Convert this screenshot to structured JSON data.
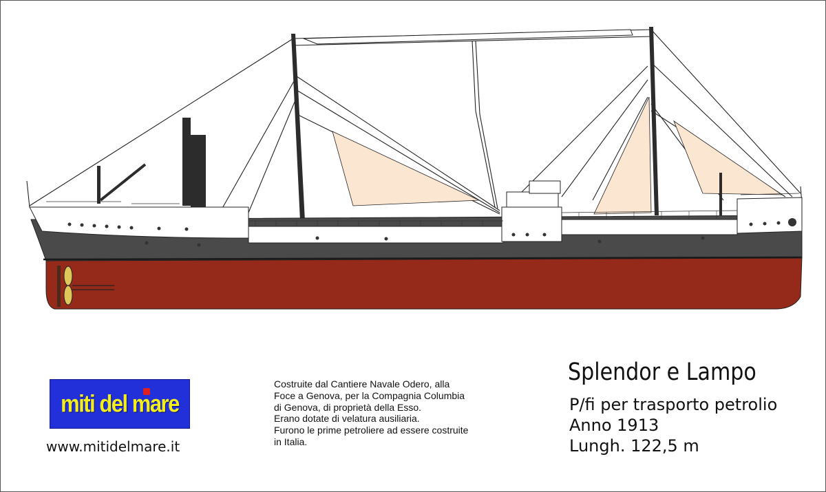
{
  "ship": {
    "colors": {
      "hull_bottom": "#962a1a",
      "hull_upper": "#4a4a4a",
      "superstructure": "#ffffff",
      "funnel": "#2c2c2c",
      "sail": "#fbe6d2",
      "propeller": "#e0c75a",
      "rigging": "#222222"
    }
  },
  "logo": {
    "text": "miti del mare",
    "bg_color": "#2130d8",
    "text_color": "#f2ee1e"
  },
  "website": "www.mitidelmare.it",
  "description": {
    "lines": [
      "Costruite dal Cantiere Navale Odero, alla",
      "Foce a Genova, per la Compagnia Columbia",
      "di Genova, di proprietà della Esso.",
      "Erano dotate di velatura ausiliaria.",
      "Furono le prime petroliere ad essere costruite",
      "in Italia."
    ]
  },
  "title": "Splendor e Lampo",
  "specs": {
    "type": "P/fi per trasporto petrolio",
    "year": "Anno 1913",
    "length": "Lungh. 122,5 m"
  }
}
